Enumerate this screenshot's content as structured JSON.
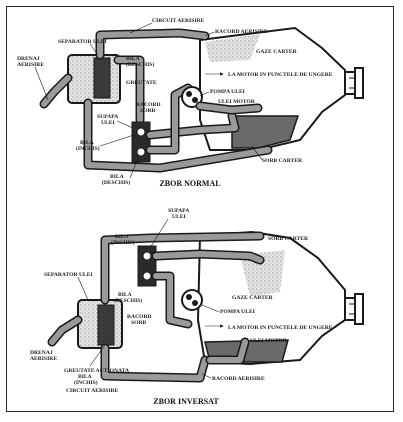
{
  "diagram_1": {
    "title": "ZBOR NORMAL",
    "labels": {
      "separator": "SEPARATOR ULEI",
      "circuit": "CIRCUIT AERISIRE",
      "racord_aer": "RACORD AERISIRE",
      "gaze": "GAZE CARTER",
      "motor": "LA MOTOR IN PUNCTELE DE UNGERE",
      "pompa": "POMPA ULEI",
      "ulei_motor": "ULEI MOTOR",
      "drenaj": "DRENAJ",
      "drenaj2": "AERISIRE",
      "bila_d": "BILA",
      "bila_d2": "(DESCHIS)",
      "greutate": "GREUTATE",
      "racord_sorb": "RACORD",
      "racord_sorb2": "SORB",
      "supapa": "SUPAPA",
      "supapa2": "ULEI",
      "bila_i": "BILA",
      "bila_i2": "(INCHIS)",
      "bila_d3": "BILA",
      "bila_d4": "(DESCHIS)",
      "sorb": "SORB CARTER"
    }
  },
  "diagram_2": {
    "title": "ZBOR INVERSAT",
    "labels": {
      "supapa": "SUPAPA",
      "supapa2": "ULEI",
      "bila_i": "BILA",
      "bila_i2": "(INCHIS)",
      "sorb": "SORB CARTER",
      "separator": "SEPARATOR ULEI",
      "bila_d": "BILA",
      "bila_d2": "(DESCHIS)",
      "gaze": "GAZE CARTER",
      "pompa": "POMPA ULEI",
      "racord_sorb": "RACORD",
      "racord_sorb2": "SORB",
      "motor": "LA MOTOR IN PUNCTELE DE UNGERE",
      "drenaj": "DRENAJ",
      "drenaj2": "AERISIRE",
      "ulei_motor": "ULEI MOTOR",
      "greutate": "GREUTATE ACTIONATA",
      "bila_i3": "BILA",
      "bila_i4": "(INCHIS)",
      "circuit": "CIRCUIT AERISIRE",
      "racord_aer": "RACORD AERISIRE"
    }
  }
}
